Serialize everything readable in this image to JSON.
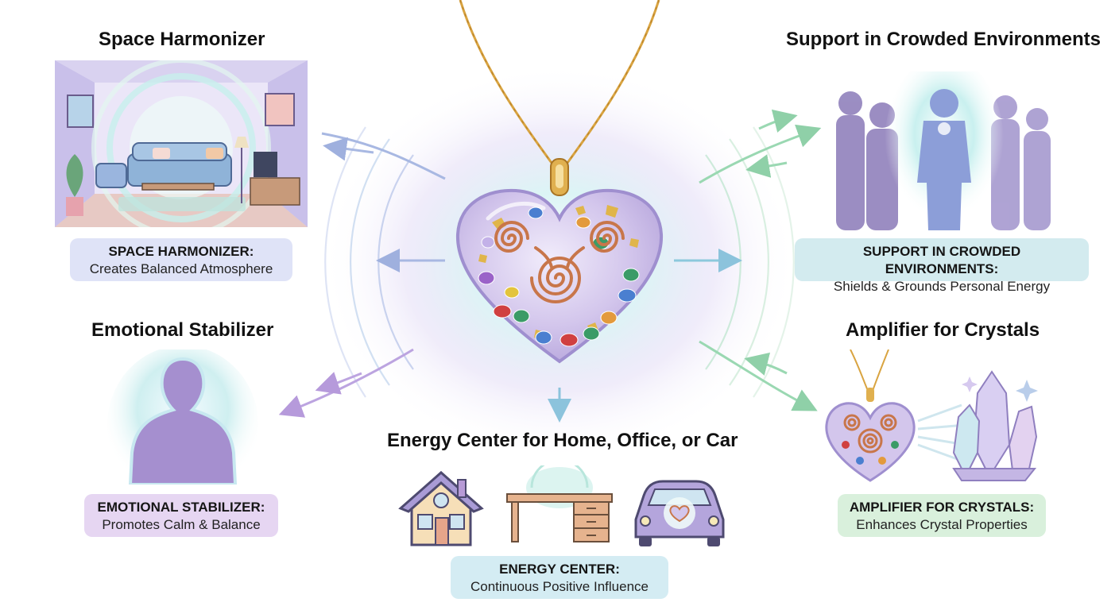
{
  "sections": {
    "space": {
      "title": "Space Harmonizer",
      "label_heading": "SPACE HARMONIZER:",
      "label_text": "Creates Balanced Atmosphere"
    },
    "crowd": {
      "title": "Support in Crowded Environments",
      "label_heading": "SUPPORT IN CROWDED ENVIRONMENTS:",
      "label_text": "Shields & Grounds Personal Energy"
    },
    "emotional": {
      "title": "Emotional Stabilizer",
      "label_heading": "EMOTIONAL STABILIZER:",
      "label_text": "Promotes Calm & Balance"
    },
    "amplifier": {
      "title": "Amplifier for Crystals",
      "label_heading": "AMPLIFIER FOR CRYSTALS:",
      "label_text": "Enhances Crystal Properties"
    },
    "energy": {
      "title": "Energy Center for Home, Office, or Car",
      "label_heading": "ENERGY CENTER:",
      "label_text": "Continuous Positive Influence"
    }
  },
  "colors": {
    "label_blue": "#dfe3f7",
    "label_teal": "#d3ebef",
    "label_purple": "#e6d6f2",
    "label_green": "#d9f0dc",
    "label_energy": "#d4ecf3",
    "copper": "#c8764a",
    "gold": "#d9a441",
    "resin": "#cfc3ea"
  },
  "icons": [
    "pendant-heart-icon",
    "living-room-icon",
    "crowd-silhouette-icon",
    "person-aura-icon",
    "house-icon",
    "desk-icon",
    "car-icon",
    "crystal-cluster-icon"
  ]
}
